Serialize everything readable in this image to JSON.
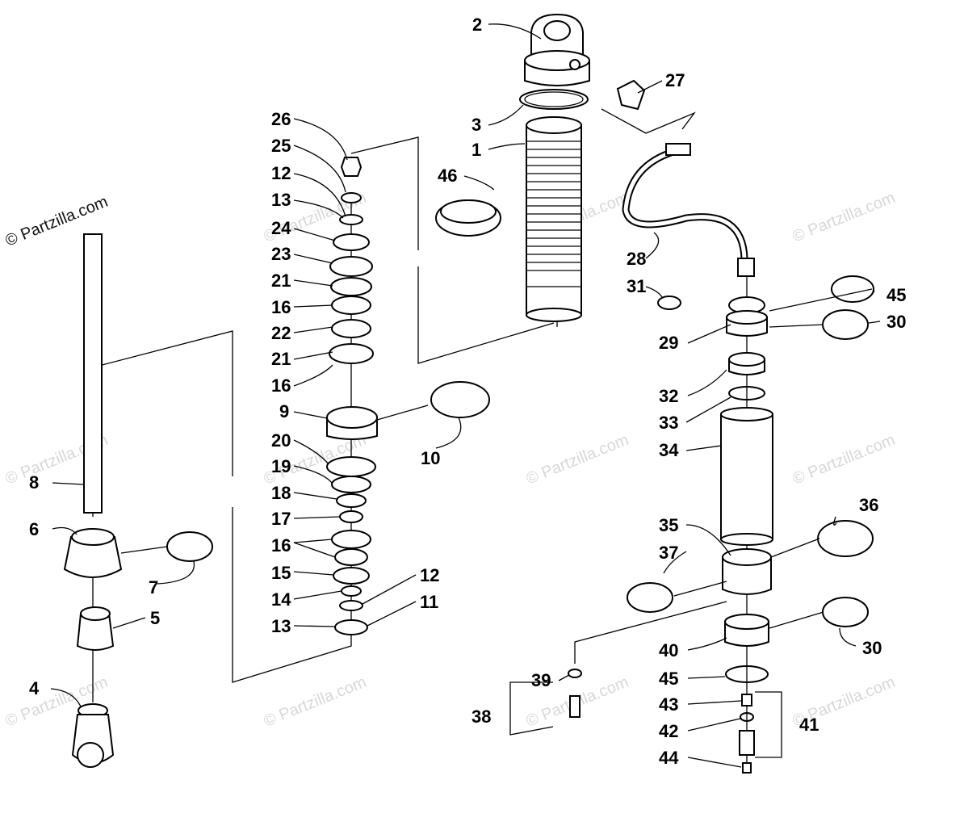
{
  "watermark": {
    "main": "© Partzilla.com",
    "faint": "© Partzilla.com"
  },
  "part_numbers": {
    "p1": "1",
    "p2": "2",
    "p3": "3",
    "p4": "4",
    "p5": "5",
    "p6": "6",
    "p7": "7",
    "p8": "8",
    "p9": "9",
    "p10": "10",
    "p11": "11",
    "p12a": "12",
    "p12b": "12",
    "p13a": "13",
    "p13b": "13",
    "p14": "14",
    "p15": "15",
    "p16a": "16",
    "p16b": "16",
    "p16c": "16",
    "p17": "17",
    "p18": "18",
    "p19": "19",
    "p20": "20",
    "p21a": "21",
    "p21b": "21",
    "p22": "22",
    "p23": "23",
    "p24": "24",
    "p25": "25",
    "p26": "26",
    "p27": "27",
    "p28": "28",
    "p29": "29",
    "p30a": "30",
    "p30b": "30",
    "p31": "31",
    "p32": "32",
    "p33": "33",
    "p34": "34",
    "p35": "35",
    "p36": "36",
    "p37": "37",
    "p38": "38",
    "p39": "39",
    "p40": "40",
    "p41": "41",
    "p42": "42",
    "p43": "43",
    "p44": "44",
    "p45a": "45",
    "p45b": "45",
    "p46": "46"
  }
}
